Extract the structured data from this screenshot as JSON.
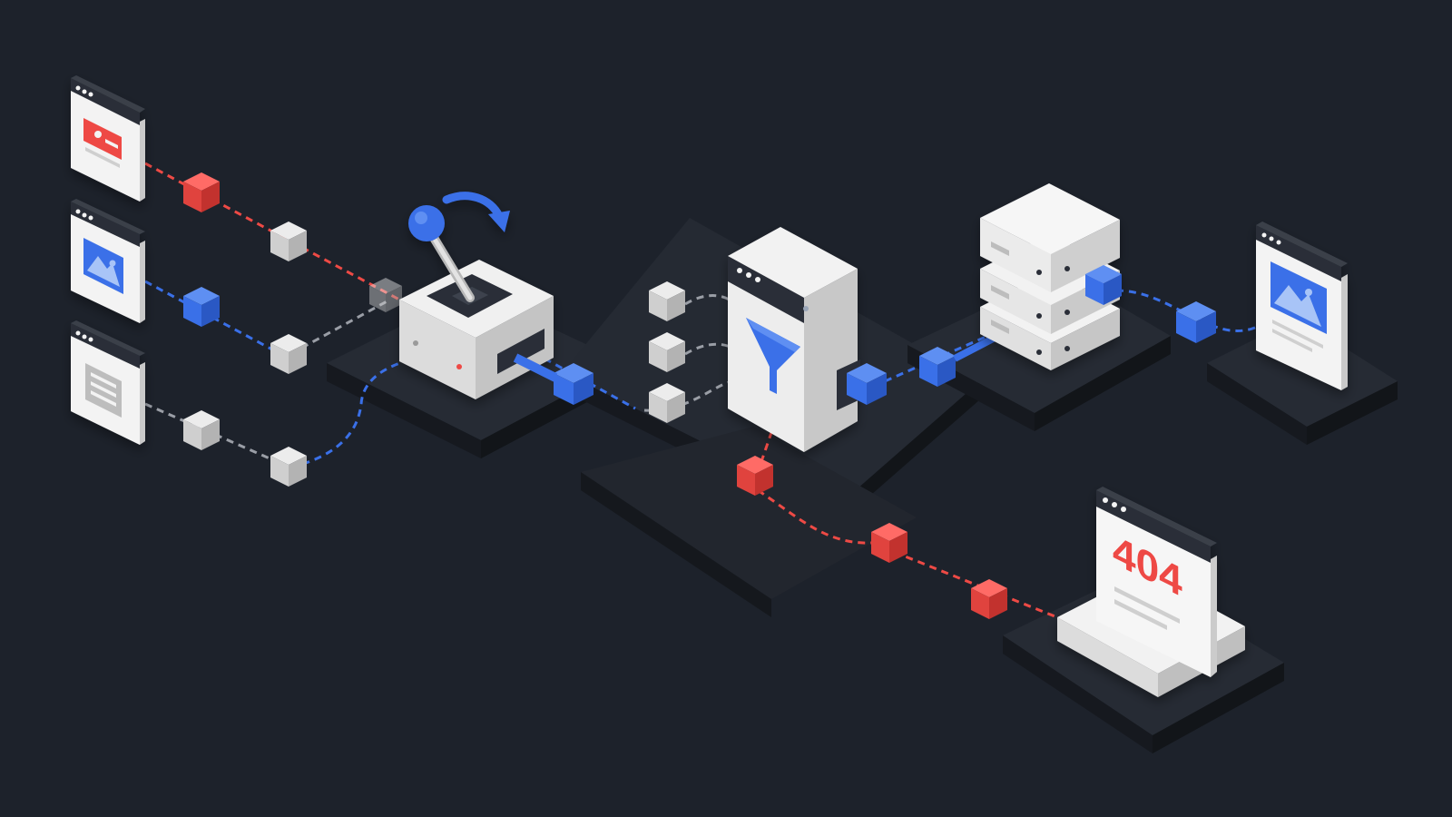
{
  "colors": {
    "background": "#1d222b",
    "platform_top": "#262b34",
    "platform_side": "#16191f",
    "card_face": "#f3f3f3",
    "card_side": "#c9c9c9",
    "card_header": "#2a2f38",
    "accent_blue": "#3a70e8",
    "accent_red": "#ee4a45",
    "packet_gray": "#d7d7d7"
  },
  "flows": {
    "inputs": [
      {
        "icon": "profile-card-icon",
        "accent": "red",
        "route": "rejected"
      },
      {
        "icon": "image-icon",
        "accent": "blue",
        "route": "accepted"
      },
      {
        "icon": "document-icon",
        "accent": "gray",
        "route": "neutral"
      }
    ]
  },
  "nodes": {
    "router": {
      "icon": "lever-switch-icon"
    },
    "filter": {
      "icon": "funnel-icon"
    },
    "storage": {
      "icon": "server-stack-icon"
    },
    "output": {
      "icon": "image-icon"
    },
    "error_page": {
      "code": "404"
    }
  }
}
